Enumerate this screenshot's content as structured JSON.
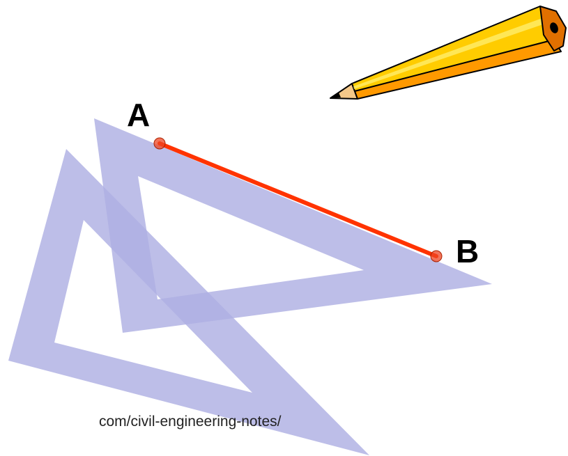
{
  "labels": {
    "point_a": "A",
    "point_b": "B"
  },
  "footer": {
    "url_fragment": "com/civil-engineering-notes/"
  },
  "colors": {
    "set_square_fill": "#aeb0e3",
    "line_segment": "#ff3300",
    "point_marker": "#ee4422",
    "pencil_body": "#ffcc00",
    "pencil_shadow": "#ff9900",
    "pencil_end": "#e07000",
    "pencil_wood": "#f5c98a"
  },
  "icons": {
    "pencil": "pencil-icon",
    "set_square_45": "set-square-45-icon",
    "set_square_30_60": "set-square-30-60-icon"
  }
}
